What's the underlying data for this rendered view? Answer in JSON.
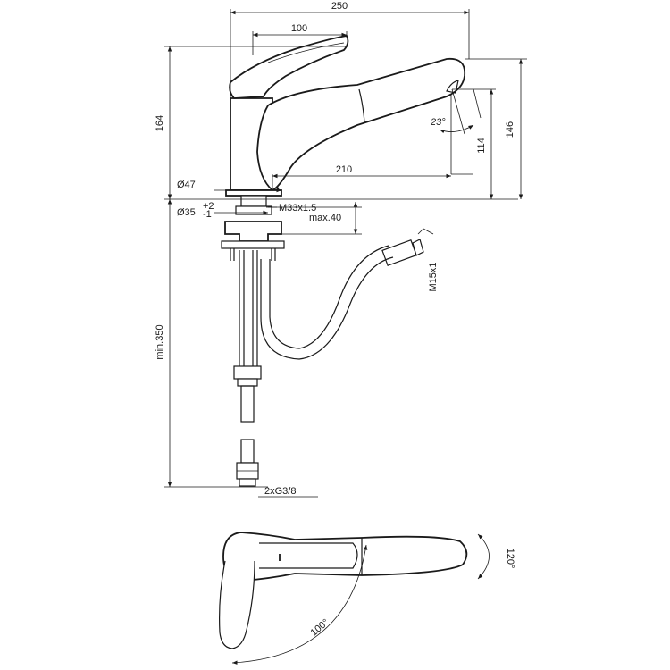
{
  "dimensions": {
    "overall_width": "250",
    "lever_width": "100",
    "height_total": "164",
    "height_spout": "146",
    "height_outlet": "114",
    "spout_reach": "210",
    "spout_angle": "23°",
    "base_diameter": "Ø47",
    "hole_diameter": "Ø35",
    "hole_tol_plus": "+2",
    "hole_tol_minus": "-1",
    "thread": "M33x1.5",
    "max_deck": "max.40",
    "hose_thread": "M15x1",
    "hose_length": "min.350",
    "connections": "2xG3/8",
    "swivel_angle": "120°",
    "lever_angle": "100°"
  }
}
